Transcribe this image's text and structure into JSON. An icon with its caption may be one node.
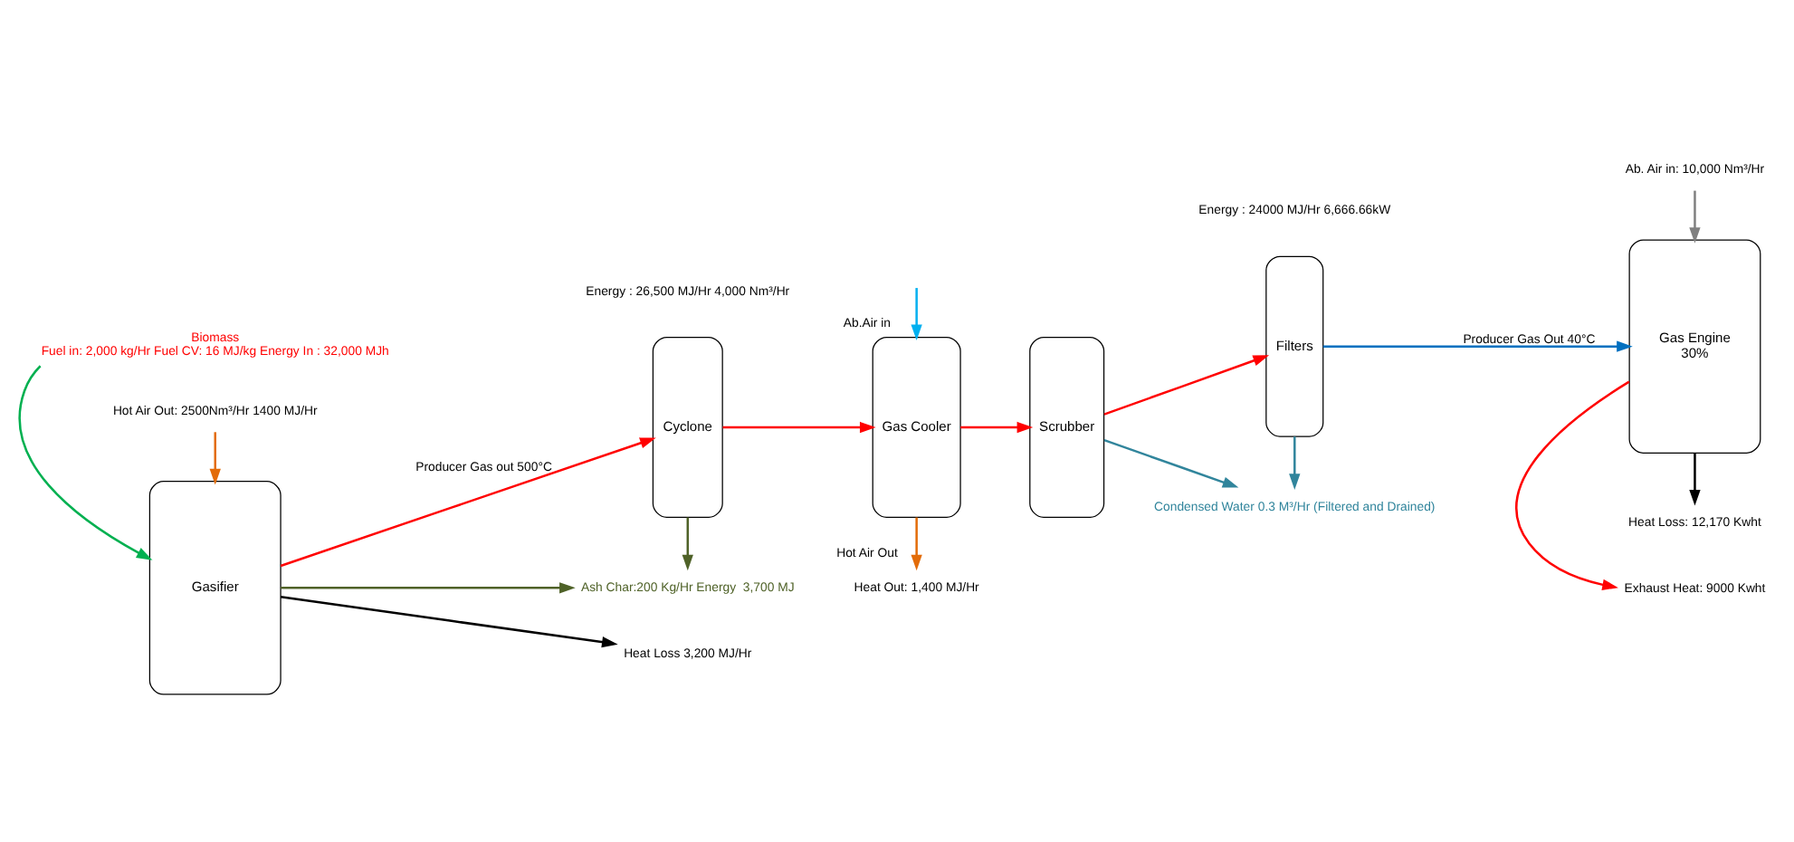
{
  "diagram": {
    "nodes": [
      {
        "text": [
          "Gasifier"
        ]
      },
      {
        "text": [
          "Biomass",
          "Fuel in: 2,000 kg/Hr Fuel CV: 16 MJ/kg Energy In : 32,000 MJh"
        ]
      },
      {
        "text": [
          "Cyclone"
        ]
      },
      {
        "text": [
          "Gas Cooler"
        ]
      },
      {
        "text": [
          "Scrubber"
        ]
      },
      {
        "text": [
          "Filters"
        ]
      },
      {
        "text": [
          "Gas Engine",
          "30%"
        ]
      },
      {
        "text": [
          "Ash Char:200 Kg/Hr Energy  3,700 MJ"
        ]
      },
      {
        "text": [
          "Heat Loss 3,200 MJ/Hr"
        ]
      },
      {
        "text": [
          "Hot Air Out: 2500Nm³/Hr 1400 MJ/Hr"
        ]
      },
      {
        "text": [
          "Heat Out: 1,400 MJ/Hr"
        ]
      },
      {
        "text": [
          "Condensed Water 0.3 M³/Hr (Filtered and Drained)"
        ]
      },
      {
        "text": [
          "Exhaust Heat: 9000 Kwht"
        ]
      },
      {
        "text": [
          "Heat Loss: 12,170 Kwht"
        ]
      },
      {
        "text": [
          "Ab. Air in: 10,000 Nm³/Hr"
        ]
      }
    ],
    "edges": [
      {
        "from": 1,
        "to": 0,
        "arrow": "to",
        "color": "#00b050"
      },
      {
        "from": 0,
        "to": 2,
        "arrow": "to",
        "label": "Producer Gas out 500°C",
        "color": "#ff0000"
      },
      {
        "from": 9,
        "to": 0,
        "arrow": "to",
        "color": "#e36c09"
      },
      {
        "from": 0,
        "to": 8,
        "arrow": "to",
        "color": "#000000"
      },
      {
        "from": 0,
        "to": 7,
        "arrow": "to",
        "color": "#4f6228"
      },
      {
        "from": 2,
        "to": 7,
        "arrow": "to",
        "color": "#4f6228"
      },
      {
        "from": 2,
        "to": 3,
        "arrow": "to",
        "color": "#ff0000"
      },
      {
        "from": null,
        "to": 3,
        "arrow": "to",
        "label": "Ab.Air in",
        "color": "#00b0f0"
      },
      {
        "from": 3,
        "to": 10,
        "arrow": "to",
        "label": "Hot Air Out",
        "color": "#e36c09"
      },
      {
        "from": 3,
        "to": 4,
        "arrow": "to",
        "color": "#ff0000"
      },
      {
        "from": 4,
        "to": 5,
        "arrow": "to",
        "color": "#ff0000"
      },
      {
        "from": 4,
        "to": 11,
        "arrow": "to",
        "color": "#31859c"
      },
      {
        "from": 5,
        "to": 11,
        "arrow": "to",
        "color": "#31859c"
      },
      {
        "from": 5,
        "to": 6,
        "arrow": "to",
        "label": "Producer Gas Out 40°C",
        "color": "#0070c0"
      },
      {
        "from": 6,
        "to": 12,
        "arrow": "to",
        "color": "#ff0000"
      },
      {
        "from": 6,
        "to": 13,
        "arrow": "to",
        "color": "#000000"
      },
      {
        "from": 14,
        "to": 6,
        "arrow": "to",
        "color": "#808080"
      }
    ],
    "labels": [
      "Energy : 26,500 MJ/Hr 4,000 Nm³/Hr",
      "Energy : 24000 MJ/Hr 6,666.66kW"
    ]
  }
}
